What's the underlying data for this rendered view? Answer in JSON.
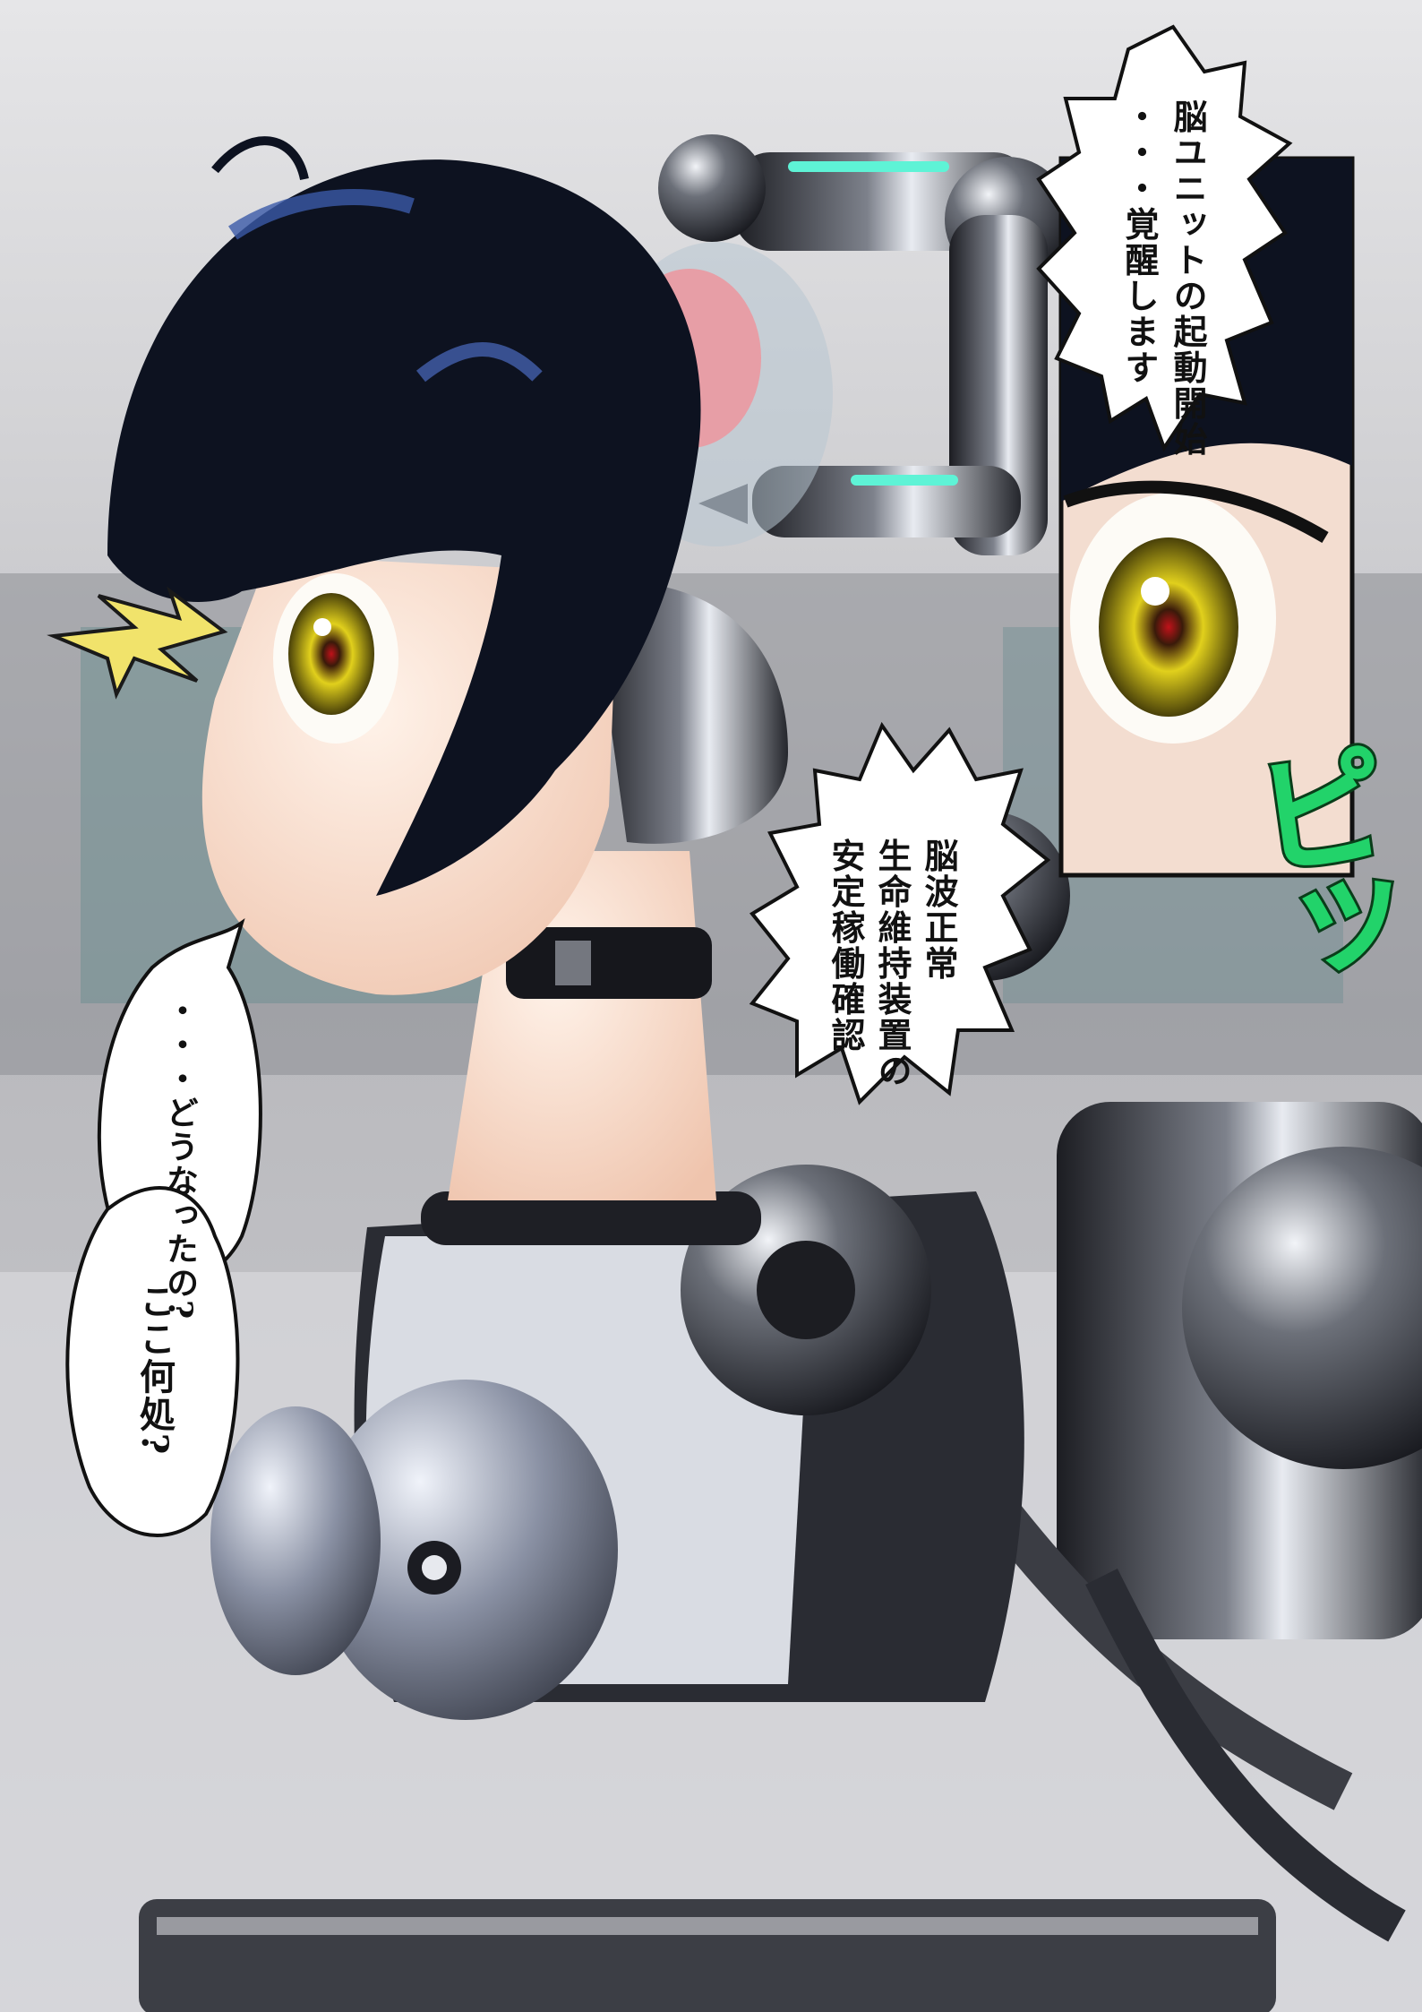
{
  "bubbles": {
    "top_right": {
      "line1": "脳ユニットの起動開始",
      "line2": "・・・覚醒します"
    },
    "middle": {
      "line1": "脳波正常",
      "line2": "生命維持装置の",
      "line3": "安定稼働確認"
    },
    "left_upper": {
      "line1": "・・・どうなったの?"
    },
    "left_lower": {
      "line1": "ここ何処?"
    }
  },
  "sfx": {
    "pip": "ピッ"
  },
  "colors": {
    "hair": "#0d1220",
    "skin": "#f7d9c6",
    "metal_light": "#d9dce3",
    "metal_dark": "#2a2c33",
    "eye": "#c9b516",
    "sfx_green": "#22d36a",
    "accent_cyan": "#5ef3d6"
  }
}
